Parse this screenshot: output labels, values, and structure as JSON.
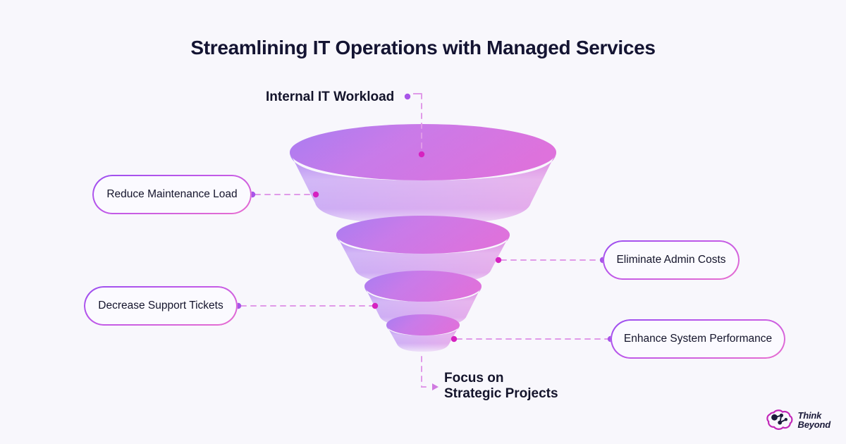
{
  "page": {
    "title": "Streamlining IT Operations with Managed Services",
    "background_color": "#f8f7fc",
    "text_color": "#14142b"
  },
  "colors": {
    "accent_purple": "#a855e8",
    "accent_magenta": "#d622c0",
    "dashed_line": "#e09ae8",
    "funnel_light_purple": "#ab7ef0",
    "funnel_pink": "#d07ae0",
    "funnel_pale": "#e6cdf7",
    "pill_border_start": "#9b4ff0",
    "pill_border_end": "#e86fd0",
    "brand_mark": "#c227b8",
    "brand_node": "#1b1b3a"
  },
  "funnel": {
    "type": "funnel",
    "orientation": "vertical",
    "stage_count": 4,
    "stages": [
      {
        "index": 1,
        "callout": "Reduce Maintenance Load",
        "callout_side": "left"
      },
      {
        "index": 2,
        "callout": "Eliminate Admin Costs",
        "callout_side": "right"
      },
      {
        "index": 3,
        "callout": "Decrease Support Tickets",
        "callout_side": "left"
      },
      {
        "index": 4,
        "callout": "Enhance System Performance",
        "callout_side": "right"
      }
    ],
    "input_label": "Internal IT Workload",
    "output_label_line1": "Focus on",
    "output_label_line2": "Strategic Projects"
  },
  "callouts": {
    "reduce_maintenance_load": "Reduce Maintenance Load",
    "eliminate_admin_costs": "Eliminate Admin Costs",
    "decrease_support_tickets": "Decrease Support Tickets",
    "enhance_system_performance": "Enhance System Performance"
  },
  "brand": {
    "line1": "Think",
    "line2": "Beyond",
    "icon": "cloud-network-icon"
  }
}
